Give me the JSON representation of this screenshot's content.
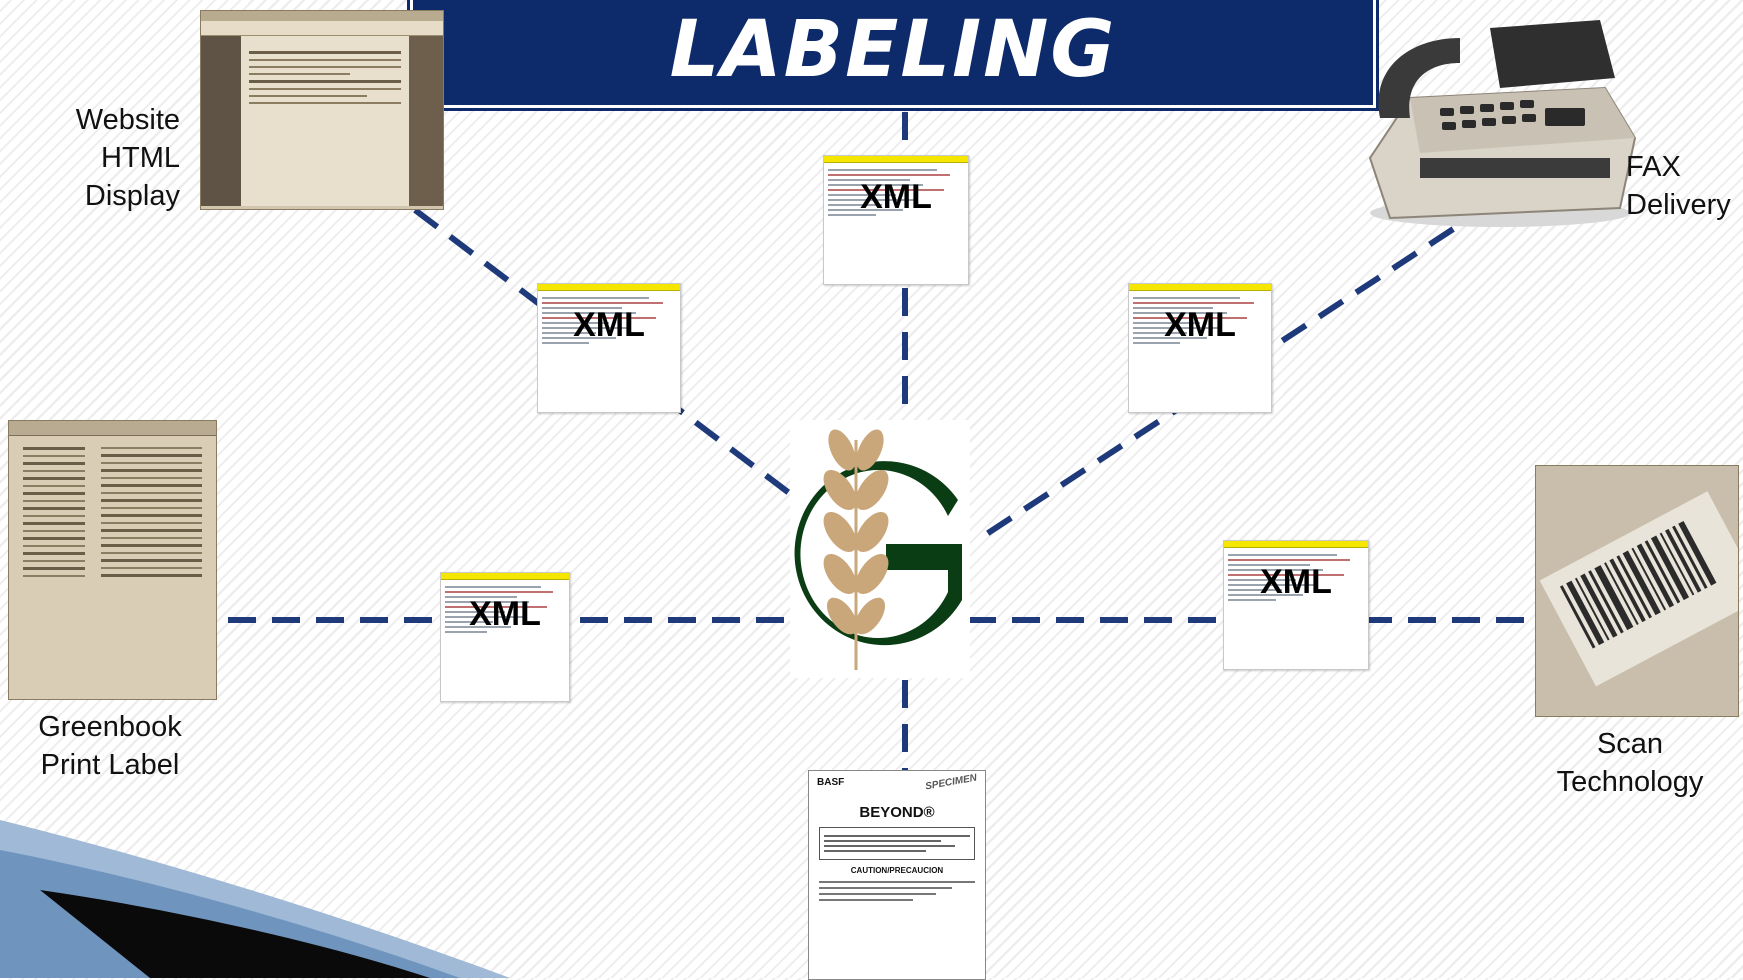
{
  "title": "LABELING",
  "xml_label": "XML",
  "channels": {
    "website": {
      "line1": "Website",
      "line2": "HTML",
      "line3": "Display"
    },
    "fax": {
      "line1": "FAX",
      "line2": "Delivery"
    },
    "greenbook": {
      "line1": "Greenbook",
      "line2": "Print Label"
    },
    "scan": {
      "line1": "Scan",
      "line2": "Technology"
    }
  },
  "hub_logo": {
    "letter": "G",
    "color": "#0b3d14",
    "wheat_color": "#c9a77a"
  },
  "document": {
    "brand": "BASF",
    "stamp": "SPECIMEN",
    "product": "BEYOND®",
    "warning": "CAUTION/PRECAUCION"
  },
  "colors": {
    "banner": "#0d2a6b",
    "line": "#1f3a7a"
  }
}
